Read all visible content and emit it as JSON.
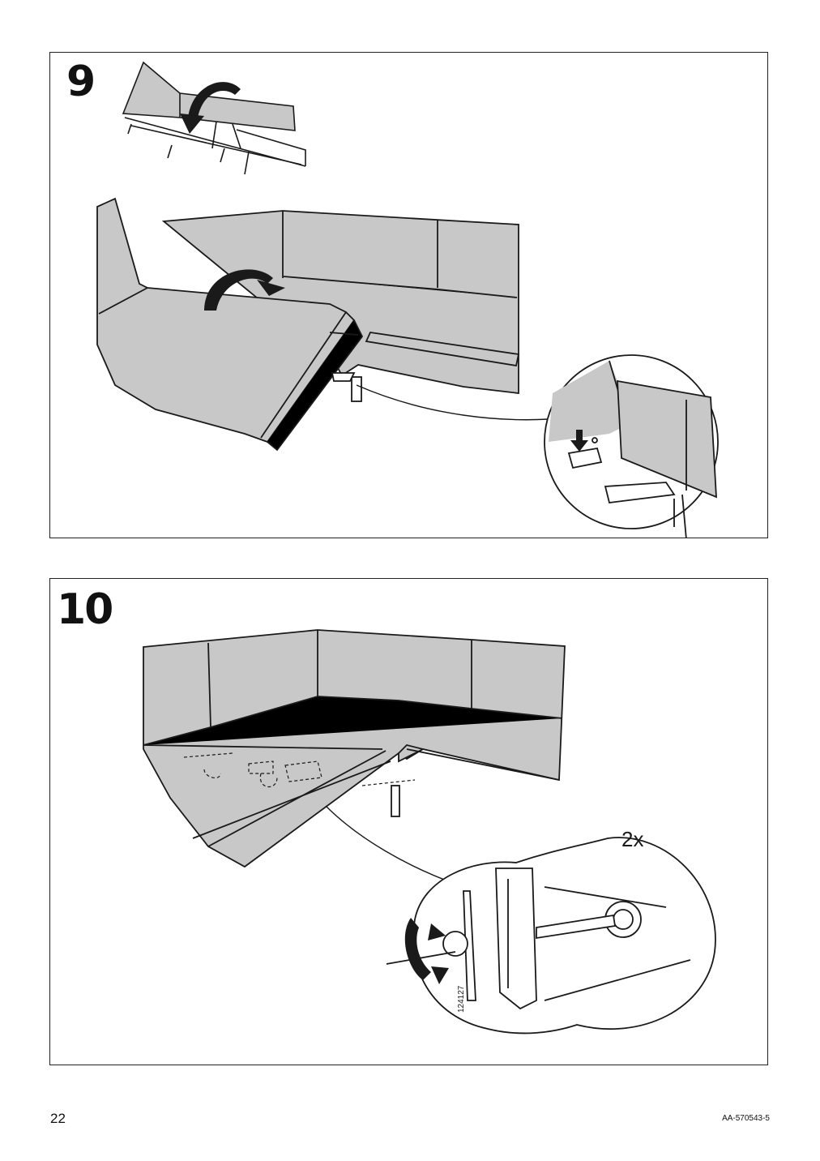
{
  "steps": [
    {
      "number": "9"
    },
    {
      "number": "10",
      "quantity_label": "2x",
      "part_number": "124127"
    }
  ],
  "footer": {
    "page_number": "22",
    "doc_code": "AA-570543-5"
  },
  "colors": {
    "upholstery": "#c8c8c8",
    "outline": "#1a1a1a",
    "background": "#ffffff"
  },
  "icons": [
    "rotate-arrow-icon",
    "down-arrow-icon",
    "detail-magnifier-circle",
    "allen-key-icon"
  ]
}
